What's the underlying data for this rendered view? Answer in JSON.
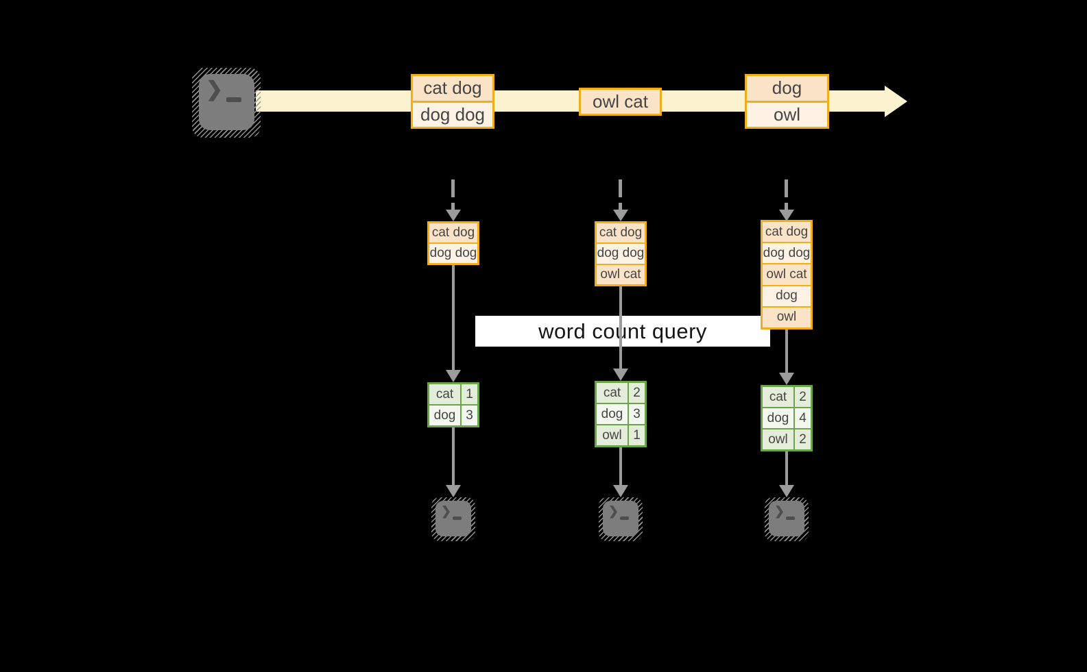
{
  "query_label": "word count query",
  "stream": {
    "source_icon": "terminal-icon",
    "batches": [
      {
        "rows": [
          "cat dog",
          "dog dog"
        ]
      },
      {
        "rows": [
          "owl cat"
        ]
      },
      {
        "rows": [
          "dog",
          "owl"
        ]
      }
    ]
  },
  "snapshots": [
    {
      "buffer": [
        "cat dog",
        "dog dog"
      ],
      "counts": [
        {
          "word": "cat",
          "count": "1"
        },
        {
          "word": "dog",
          "count": "3"
        }
      ]
    },
    {
      "buffer": [
        "cat dog",
        "dog dog",
        "owl cat"
      ],
      "counts": [
        {
          "word": "cat",
          "count": "2"
        },
        {
          "word": "dog",
          "count": "3"
        },
        {
          "word": "owl",
          "count": "1"
        }
      ]
    },
    {
      "buffer": [
        "cat dog",
        "dog dog",
        "owl cat",
        "dog",
        "owl"
      ],
      "counts": [
        {
          "word": "cat",
          "count": "2"
        },
        {
          "word": "dog",
          "count": "4"
        },
        {
          "word": "owl",
          "count": "2"
        }
      ]
    }
  ],
  "colors": {
    "background": "#000000",
    "stream_band": "#fbf2d0",
    "record_border": "#f2ae19",
    "record_fill_dark": "#fbe3c7",
    "record_fill_light": "#fdf2e3",
    "table_border": "#6aa647",
    "table_fill_dark": "#e4ecda",
    "table_fill_light": "#f3f8ee",
    "arrow_gray": "#9c9c9c",
    "terminal_gray": "#7d7d7d"
  }
}
